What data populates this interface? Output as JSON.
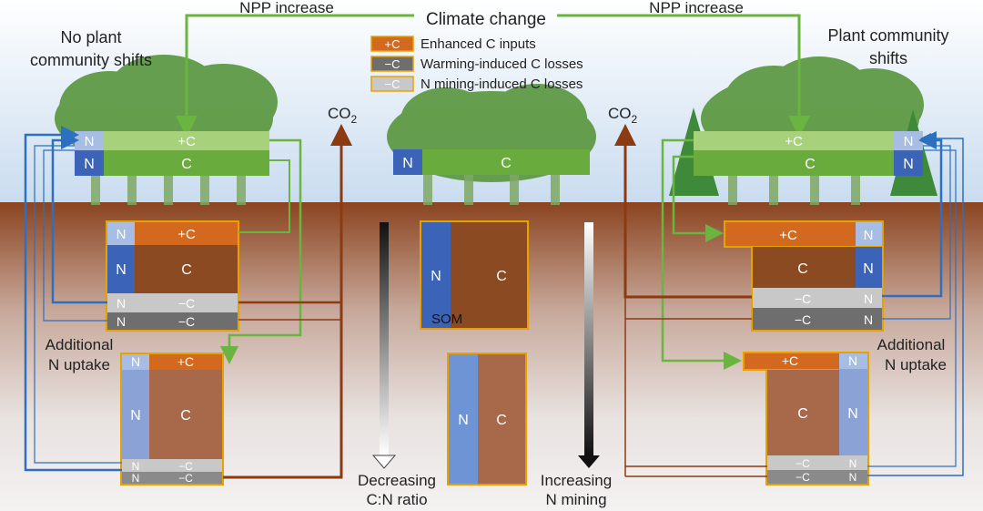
{
  "top": {
    "climate_change": "Climate change",
    "npp_left": "NPP increase",
    "npp_right": "NPP increase"
  },
  "legend": {
    "items": [
      {
        "symbol": "+C",
        "label": "Enhanced C inputs",
        "color": "#d2691e"
      },
      {
        "symbol": "−C",
        "label": "Warming-induced C losses",
        "color": "#6e6e6e"
      },
      {
        "symbol": "−C",
        "label": "N mining-induced C losses",
        "color": "#c8c8c8"
      }
    ]
  },
  "left": {
    "title_line1": "No plant",
    "title_line2": "community shifts",
    "co2_main": "CO",
    "co2_sub": "2",
    "extra_line1": "Additional",
    "extra_line2": "N uptake"
  },
  "right": {
    "title_line1": "Plant community",
    "title_line2": "shifts",
    "co2_main": "CO",
    "co2_sub": "2",
    "extra_line1": "Additional",
    "extra_line2": "N uptake"
  },
  "center": {
    "som": "SOM",
    "dec_line1": "Decreasing",
    "dec_line2": "C:N ratio",
    "inc_line1": "Increasing",
    "inc_line2": "N mining"
  },
  "labels": {
    "N": "N",
    "C": "C",
    "plusC": "+C",
    "minusC": "−C"
  },
  "colors": {
    "leaf_green": "#6aab3e",
    "leaf_light": "#a8d17c",
    "soil_brown": "#8b4a22",
    "n_blue": "#3b63b8",
    "n_light": "#a7bde3",
    "enhanced_orange": "#d2691e",
    "warming_gray": "#6e6e6e",
    "mining_gray": "#c8c8c8",
    "arrow_green": "#6ab440",
    "arrow_brown": "#8b3a12",
    "arrow_blue": "#2d6fc0"
  }
}
